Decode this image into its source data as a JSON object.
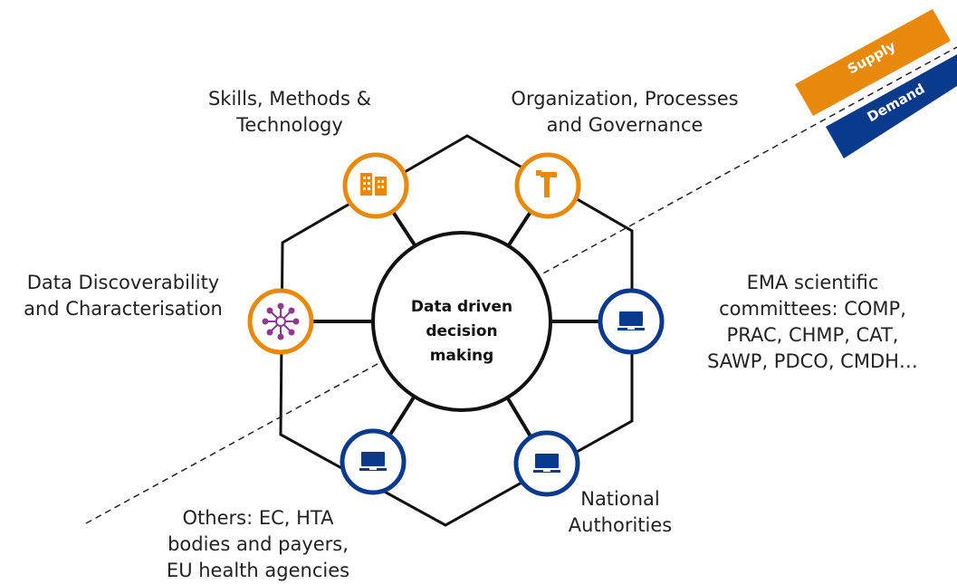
{
  "center": {
    "text": "Data driven\ndecision\nmaking"
  },
  "nodes": {
    "skills": {
      "label": "Skills, Methods &\nTechnology",
      "icon": "buildings-icon"
    },
    "organization": {
      "label": "Organization, Processes\nand Governance",
      "icon": "tool-icon"
    },
    "discoverability": {
      "label": "Data Discoverability\nand Characterisation",
      "icon": "network-icon"
    },
    "ema": {
      "label": "EMA scientific\ncommittees: COMP,\nPRAC, CHMP, CAT,\nSAWP, PDCO, CMDH…",
      "icon": "monitor-icon"
    },
    "national": {
      "label": "National\nAuthorities",
      "icon": "monitor-icon"
    },
    "others": {
      "label": "Others: EC, HTA\nbodies and payers,\nEU health agencies",
      "icon": "monitor-icon"
    }
  },
  "badges": {
    "supply": "Supply",
    "demand": "Demand"
  },
  "colors": {
    "supply": "#E8890C",
    "demand": "#0A3A8C",
    "network_icon": "#8E3A8E",
    "outline": "#111111"
  }
}
